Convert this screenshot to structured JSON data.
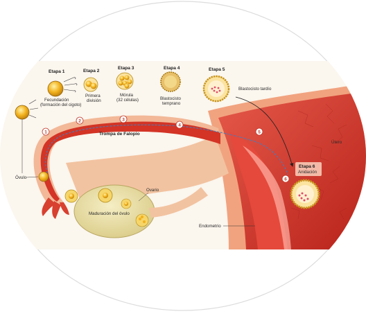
{
  "stages": [
    {
      "title": "Etapa 1",
      "line1": "Fecundación",
      "line2": "(formación del cigoto)"
    },
    {
      "title": "Etapa 2",
      "line1": "Primera",
      "line2": "división"
    },
    {
      "title": "Etapa 3",
      "line1": "Mórula",
      "line2": "(32 células)"
    },
    {
      "title": "Etapa 4",
      "line1": "Blastocisto",
      "line2": "temprano"
    },
    {
      "title": "Etapa 5",
      "line1": "",
      "line2": ""
    }
  ],
  "late_blastocyst": "Blastocisto tardío",
  "stage6": {
    "title": "Etapa 6",
    "line1": "Anidación"
  },
  "tube_label": "Trompa de Falopio",
  "uterus_label": "Útero",
  "ovum_label": "Óvulo",
  "ovary_label": "Ovario",
  "maturation_label": "Maduración del óvulo",
  "endometrium_label": "Endometrio",
  "step_numbers": [
    "1",
    "2",
    "3",
    "4",
    "5",
    "6"
  ],
  "colors": {
    "uterus": "#d83a2c",
    "uterus_light": "#f0a888",
    "tube": "#cf3326",
    "tube_outer": "#f2b897",
    "ovary": "#eadfa0",
    "cell": "#f2b11c",
    "background_band": "#fbf6ee"
  }
}
